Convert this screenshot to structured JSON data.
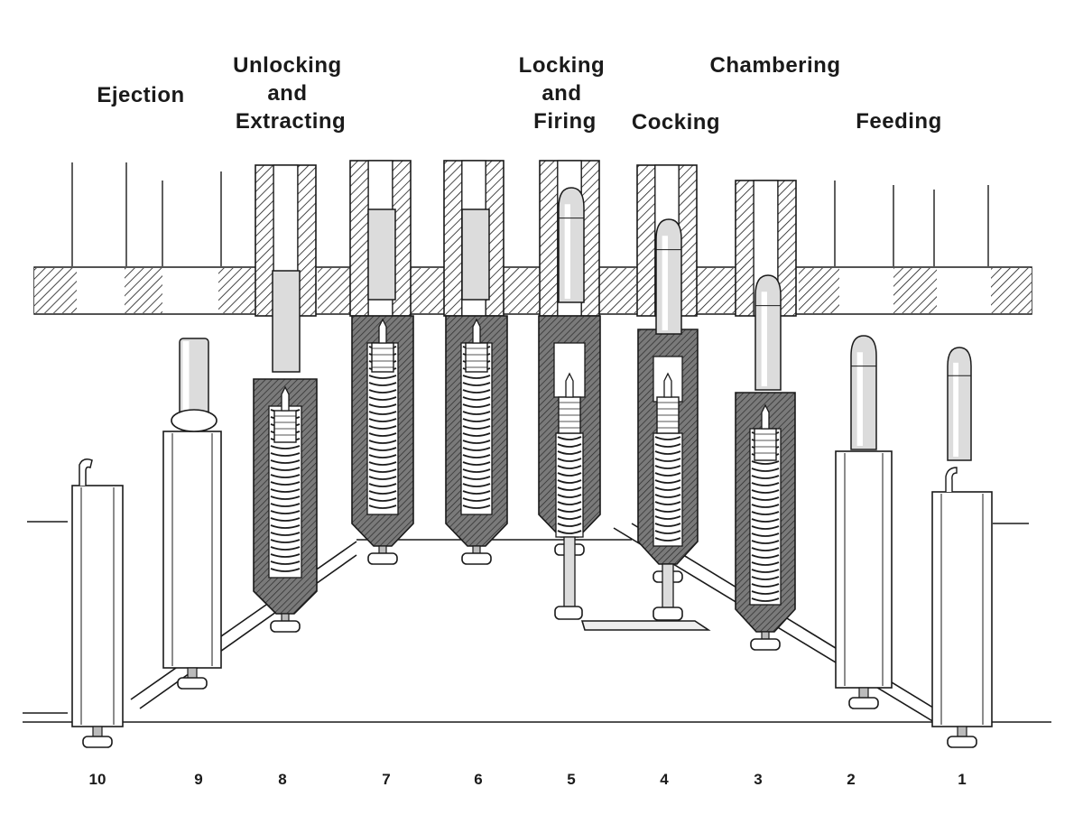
{
  "stage_labels": [
    {
      "lines": [
        "Ejection"
      ]
    },
    {
      "lines": [
        "Unlocking",
        "and",
        "Extracting"
      ]
    },
    {
      "lines": [
        "Locking",
        "and",
        "Firing"
      ]
    },
    {
      "lines": [
        "Cocking"
      ]
    },
    {
      "lines": [
        "Chambering"
      ]
    },
    {
      "lines": [
        "Feeding"
      ]
    }
  ],
  "positions": [
    {
      "number": "10",
      "kind": "open-bolt",
      "round": "none",
      "spring": "none"
    },
    {
      "number": "9",
      "kind": "open-bolt",
      "round": "case",
      "spring": "none"
    },
    {
      "number": "8",
      "kind": "locked-bolt",
      "round": "case-extracting",
      "spring": "compressed"
    },
    {
      "number": "7",
      "kind": "locked-bolt",
      "round": "case",
      "spring": "compressed"
    },
    {
      "number": "6",
      "kind": "locked-bolt",
      "round": "case",
      "spring": "compressed"
    },
    {
      "number": "5",
      "kind": "firing-bolt",
      "round": "cartridge-chambered",
      "spring": "released"
    },
    {
      "number": "4",
      "kind": "cocking-bolt",
      "round": "cartridge",
      "spring": "cocking"
    },
    {
      "number": "3",
      "kind": "chambering-bolt",
      "round": "cartridge",
      "spring": "compressed"
    },
    {
      "number": "2",
      "kind": "open-bolt",
      "round": "cartridge",
      "spring": "none"
    },
    {
      "number": "1",
      "kind": "open-bolt",
      "round": "cartridge",
      "spring": "none"
    }
  ],
  "colors": {
    "ink": "#1a1a1a",
    "body": "#6e6e6e",
    "light": "#f5f5f5",
    "paper": "#ffffff"
  }
}
